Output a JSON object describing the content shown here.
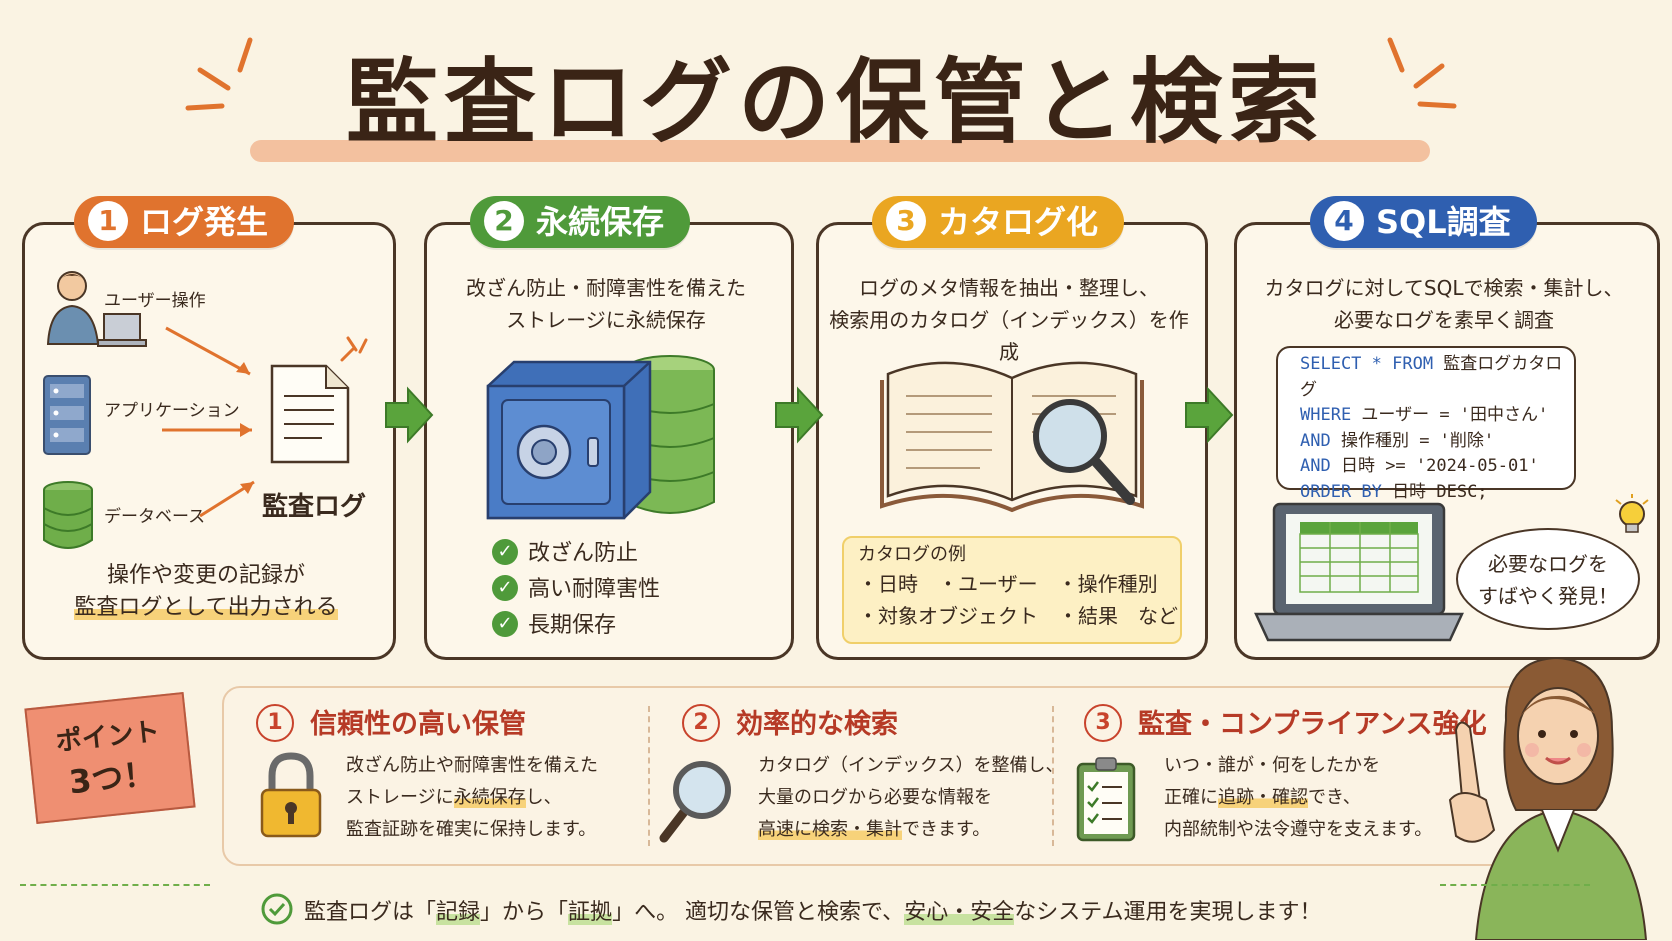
{
  "title": "監査ログの保管と検索",
  "steps": [
    {
      "num": "1",
      "label": "ログ発生",
      "color": "#e0732e"
    },
    {
      "num": "2",
      "label": "永続保存",
      "color": "#4f9a3a"
    },
    {
      "num": "3",
      "label": "カタログ化",
      "color": "#eaa621"
    },
    {
      "num": "4",
      "label": "SQL調査",
      "color": "#2f5fb0"
    }
  ],
  "step1": {
    "sources": [
      "ユーザー操作",
      "アプリケーション",
      "データベース"
    ],
    "log_label": "監査ログ",
    "desc_line1": "操作や変更の記録が",
    "desc_line2": "監査ログとして出力される"
  },
  "step2": {
    "desc_line1": "改ざん防止・耐障害性を備えた",
    "desc_line2": "ストレージに永続保存",
    "checks": [
      "改ざん防止",
      "高い耐障害性",
      "長期保存"
    ]
  },
  "step3": {
    "desc_line1": "ログのメタ情報を抽出・整理し、",
    "desc_line2": "検索用のカタログ（インデックス）を作成",
    "catalog_title": "カタログの例",
    "catalog_row1": "・日時　・ユーザー　・操作種別",
    "catalog_row2": "・対象オブジェクト　・結果　など"
  },
  "step4": {
    "desc_line1": "カタログに対してSQLで検索・集計し、",
    "desc_line2": "必要なログを素早く調査",
    "sql": [
      {
        "kw": "SELECT * FROM",
        "rest": " 監査ログカタログ"
      },
      {
        "kw": "WHERE",
        "rest": " ユーザー = '田中さん'"
      },
      {
        "kw": "AND",
        "rest": " 操作種別 = '削除'"
      },
      {
        "kw": "AND",
        "rest": " 日時 >= '2024-05-01'"
      },
      {
        "kw": "ORDER BY",
        "rest": " 日時 DESC;"
      }
    ],
    "bubble_line1": "必要なログを",
    "bubble_line2": "すばやく発見！"
  },
  "points": {
    "ribbon_line1": "ポイント",
    "ribbon_line2": "3つ！",
    "items": [
      {
        "num": "1",
        "title": "信頼性の高い保管",
        "line1": "改ざん防止や耐障害性を備えた",
        "line2a": "ストレージに",
        "line2hl": "永続保存",
        "line2b": "し、",
        "line3": "監査証跡を確実に保持します。"
      },
      {
        "num": "2",
        "title": "効率的な検索",
        "line1": "カタログ（インデックス）を整備し、",
        "line2": "大量のログから必要な情報を",
        "line3hl": "高速に検索・集計",
        "line3b": "できます。"
      },
      {
        "num": "3",
        "title": "監査・コンプライアンス強化",
        "line1": "いつ・誰が・何をしたかを",
        "line2a": "正確に",
        "line2hl": "追跡・確認",
        "line2b": "でき、",
        "line3": "内部統制や法令遵守を支えます。"
      }
    ]
  },
  "footer": {
    "part1": "監査ログは「",
    "hl1": "記録",
    "part2": "」から「",
    "hl2": "証拠",
    "part3": "」へ。 適切な保管と検索で、",
    "hl3": "安心・安全",
    "part4": "なシステム運用を実現します！"
  }
}
